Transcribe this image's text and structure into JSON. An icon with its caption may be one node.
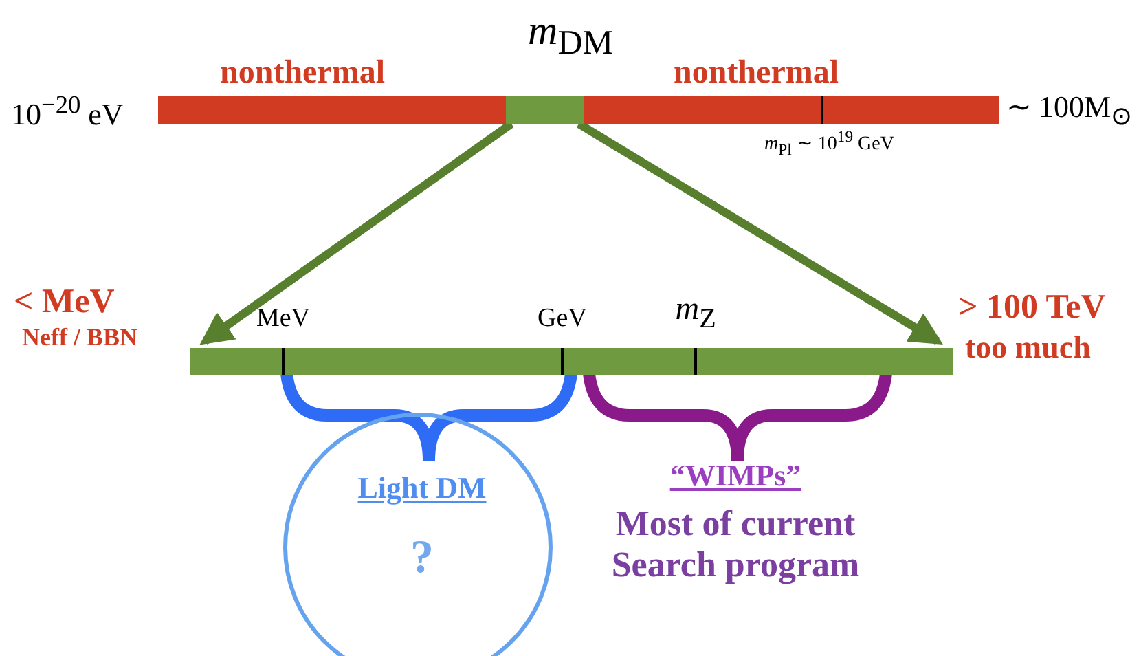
{
  "diagram": {
    "title": "*m*$_{DM}$",
    "nodes": [
      {
        "text": [],
        "shape": "bar"
      },
      {
        "text": [],
        "shape": "bar",
        "in": 0
      },
      {
        "text": [],
        "shape": "bar"
      },
      {
        "text": [
          "Light DM",
          "?"
        ]
      }
    ],
    "edges": [
      {
        "from": 1,
        "to": 2,
        "arrow": "to"
      },
      {
        "from": 1,
        "to": 2,
        "arrow": "to"
      }
    ],
    "labels": [
      "nonthermal",
      "nonthermal",
      "10$^{−20}$ eV",
      "∼ 100M$_{⊙}$",
      "*m*$_{Pl}$ ∼ 10$^{19}$ GeV",
      "< MeV",
      "Neff / BBN",
      "MeV",
      "GeV",
      "*m*$_{Z}$",
      "> 100 TeV",
      "too much",
      "“WIMPs”",
      "Most of current Search program"
    ]
  }
}
